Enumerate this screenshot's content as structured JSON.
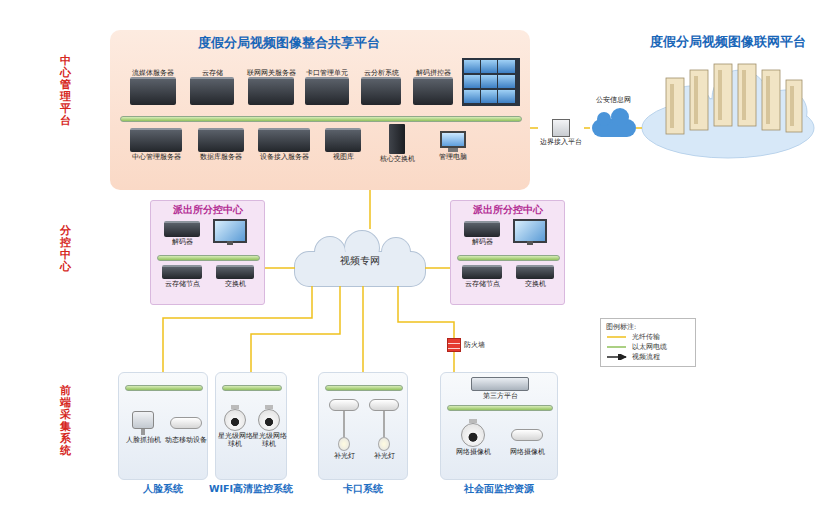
{
  "diagram": {
    "nodes": [
      {
        "text": [
          "度假分局视频图像整合共享平台"
        ]
      },
      {
        "text": [
          "流媒体服务器"
        ],
        "in": 0
      },
      {
        "text": [
          "云存储"
        ],
        "in": 0
      },
      {
        "text": [
          "联网网关服务器"
        ],
        "in": 0
      },
      {
        "text": [
          "卡口管理单元"
        ],
        "in": 0
      },
      {
        "text": [
          "云分析系统"
        ],
        "in": 0
      },
      {
        "text": [
          "解码拼控器"
        ],
        "in": 0
      },
      {
        "text": [
          "中心管理服务器"
        ],
        "in": 0
      },
      {
        "text": [
          "数据库服务器"
        ],
        "in": 0
      },
      {
        "text": [
          "设备接入服务器"
        ],
        "in": 0
      },
      {
        "text": [
          "视图库"
        ],
        "in": 0
      },
      {
        "text": [
          "核心交换机"
        ],
        "in": 0
      },
      {
        "text": [
          "管理电脑"
        ],
        "in": 0
      },
      {
        "text": [
          "边界接入平台"
        ]
      },
      {
        "text": [
          "公安信息网"
        ]
      },
      {
        "text": [
          "度假分局视频图像联网平台"
        ]
      },
      {
        "text": [
          "派出所分控中心"
        ]
      },
      {
        "text": [
          "解码器"
        ],
        "in": 16
      },
      {
        "text": [
          "云存储节点"
        ],
        "in": 16
      },
      {
        "text": [
          "交换机"
        ],
        "in": 16
      },
      {
        "text": [
          "视频专网"
        ]
      },
      {
        "text": [
          "派出所分控中心"
        ]
      },
      {
        "text": [
          "解码器"
        ],
        "in": 21
      },
      {
        "text": [
          "云存储节点"
        ],
        "in": 21
      },
      {
        "text": [
          "交换机"
        ],
        "in": 21
      },
      {
        "text": [
          "人脸系统"
        ]
      },
      {
        "text": [
          "人脸抓拍机"
        ],
        "in": 25
      },
      {
        "text": [
          "动态移动设备"
        ],
        "in": 25
      },
      {
        "text": [
          "WIFI高清监控系统"
        ]
      },
      {
        "text": [
          "星光级网络球机"
        ],
        "in": 28
      },
      {
        "text": [
          "星光级网络球机"
        ],
        "in": 28
      },
      {
        "text": [
          "卡口系统"
        ]
      },
      {
        "text": [
          "补光灯"
        ],
        "in": 31
      },
      {
        "text": [
          "补光灯"
        ],
        "in": 31
      },
      {
        "text": [
          "防火墙"
        ]
      },
      {
        "text": [
          "社会面监控资源"
        ]
      },
      {
        "text": [
          "第三方平台"
        ],
        "in": 35
      },
      {
        "text": [
          "网络摄像机"
        ],
        "in": 35
      },
      {
        "text": [
          "网络摄像机"
        ],
        "in": 35
      }
    ],
    "edges": [
      {
        "from": 0,
        "to": 20,
        "arrow": "none"
      },
      {
        "from": 0,
        "to": 13,
        "arrow": "none"
      },
      {
        "from": 13,
        "to": 14,
        "arrow": "none"
      },
      {
        "from": 14,
        "to": 15,
        "arrow": "none"
      },
      {
        "from": 20,
        "to": 16,
        "arrow": "none"
      },
      {
        "from": 20,
        "to": 21,
        "arrow": "none"
      },
      {
        "from": 20,
        "to": 25,
        "arrow": "none"
      },
      {
        "from": 20,
        "to": 28,
        "arrow": "none"
      },
      {
        "from": 20,
        "to": 31,
        "arrow": "none"
      },
      {
        "from": 20,
        "to": 34,
        "arrow": "none"
      },
      {
        "from": 34,
        "to": 35,
        "arrow": "none"
      }
    ],
    "labels": [
      "中心管理平台",
      "分控中心",
      "前端采集系统",
      "图例标注:"
    ],
    "legend": [
      {
        "text": "光纤传输"
      },
      {
        "text": "以太网电缆"
      },
      {
        "text": "视频流程"
      }
    ]
  }
}
